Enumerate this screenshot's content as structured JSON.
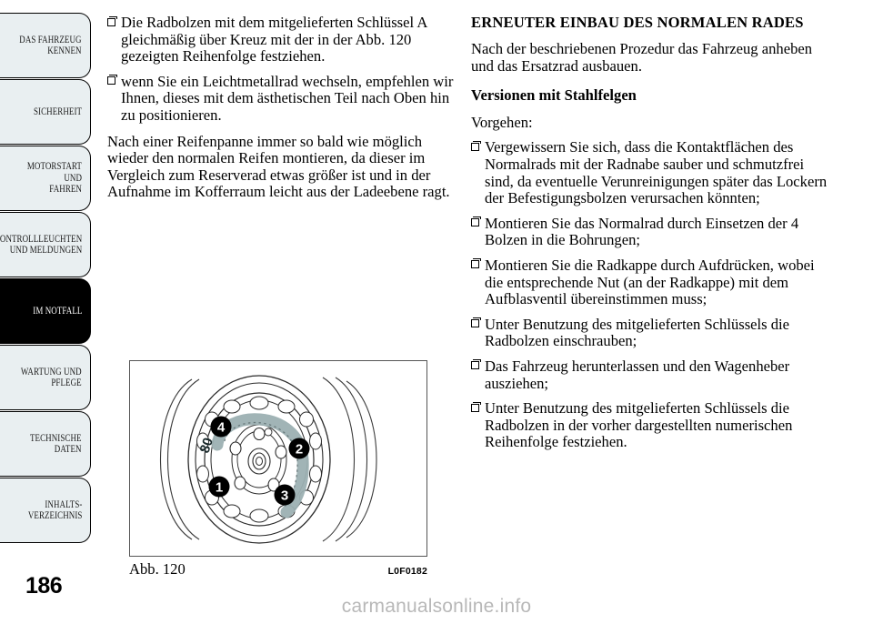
{
  "sidebar": {
    "tabs": [
      {
        "label": "DAS FAHRZEUG\nKENNEN",
        "active": false
      },
      {
        "label": "SICHERHEIT",
        "active": false
      },
      {
        "label": "MOTORSTART UND\nFAHREN",
        "active": false
      },
      {
        "label": "KONTROLLLEUCHTEN\nUND MELDUNGEN",
        "active": false
      },
      {
        "label": "IM NOTFALL",
        "active": true
      },
      {
        "label": "WARTUNG UND\nPFLEGE",
        "active": false
      },
      {
        "label": "TECHNISCHE\nDATEN",
        "active": false
      },
      {
        "label": "INHALTS-\nVERZEICHNIS",
        "active": false
      }
    ],
    "page_number": "186",
    "active_color": "#000000",
    "tab_fill": "#e9eff1"
  },
  "left_column": {
    "bullets_top": [
      "Die Radbolzen mit dem mitgelieferten Schlüssel A gleichmäßig über Kreuz mit der in der Abb. 120 gezeigten Reihenfolge festziehen.",
      "wenn Sie ein Leichtmetallrad wechseln, empfehlen wir Ihnen, dieses mit dem ästhetischen Teil nach Oben hin zu positionieren."
    ],
    "paragraph": "Nach einer Reifenpanne immer so bald wie möglich wieder den normalen Reifen montieren, da dieser im Vergleich zum Reserverad etwas größer ist und in der Aufnahme im Kofferraum leicht aus der Ladeebene ragt."
  },
  "right_column": {
    "section_title": "ERNEUTER EINBAU DES NORMALEN RADES",
    "intro": "Nach der beschriebenen Prozedur das Fahrzeug anheben und das Ersatzrad ausbauen.",
    "sub_title": "Versionen mit Stahlfelgen",
    "procedure_label": "Vorgehen:",
    "steps": [
      "Vergewissern Sie sich, dass die Kontaktflächen des Normalrads mit der Radnabe sauber und schmutzfrei sind, da eventuelle Verunreinigungen später das Lockern der Befestigungsbolzen verursachen könnten;",
      "Montieren Sie das Normalrad durch Einsetzen der 4 Bolzen in die Bohrungen;",
      "Montieren Sie die Radkappe durch Aufdrücken, wobei die entsprechende Nut (an der Radkappe) mit dem Aufblasventil übereinstimmen muss;",
      "Unter Benutzung des mitgelieferten Schlüssels die Radbolzen einschrauben;",
      "Das Fahrzeug herunterlassen und den Wagenheber ausziehen;",
      "Unter Benutzung des mitgelieferten Schlüssels die Radbolzen in der vorher dargestellten numerischen Reihenfolge festziehen."
    ]
  },
  "figure": {
    "caption": "Abb. 120",
    "code": "L0F0182",
    "callouts": [
      "4",
      "2",
      "1",
      "3"
    ],
    "arc_label": "80",
    "arc_color": "#9cb0b2"
  },
  "watermark": {
    "text": "carmanualsonline.info"
  }
}
